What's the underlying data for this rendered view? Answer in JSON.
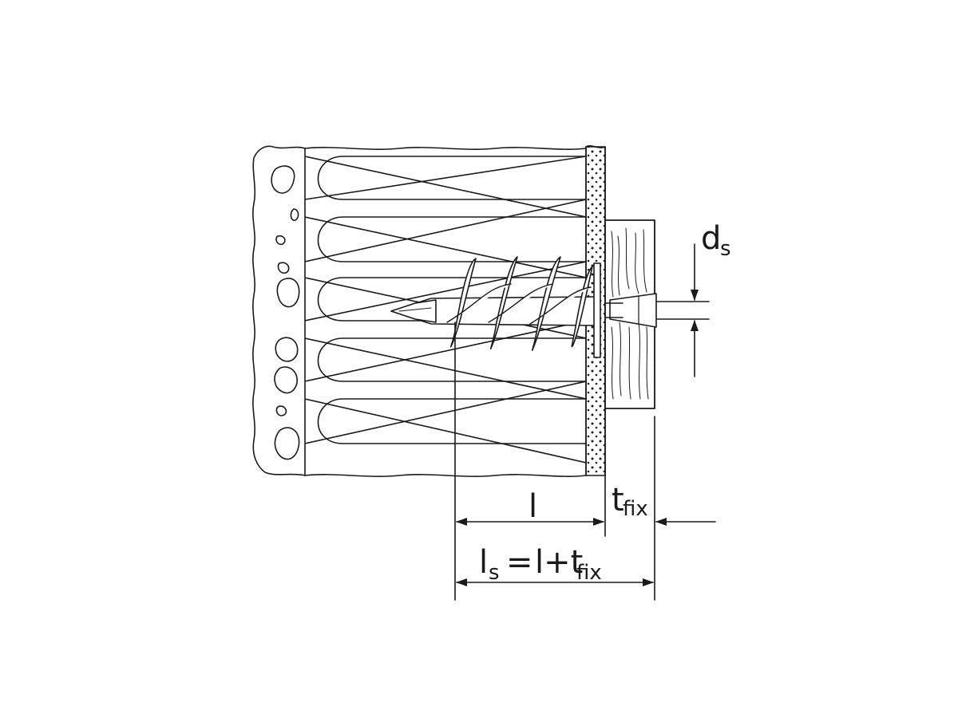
{
  "labels": {
    "ds_main": "d",
    "ds_sub": "s",
    "tfix_main": "t",
    "tfix_sub": "fix",
    "l_main": "l",
    "ls_main": "l",
    "ls_sub": "s",
    "ls_eq": "=",
    "ls_rhs_main": "l+t",
    "ls_rhs_sub": "fix"
  },
  "colors": {
    "line": "#1a1a1a",
    "background": "#ffffff",
    "masonry": "#ffffff"
  }
}
